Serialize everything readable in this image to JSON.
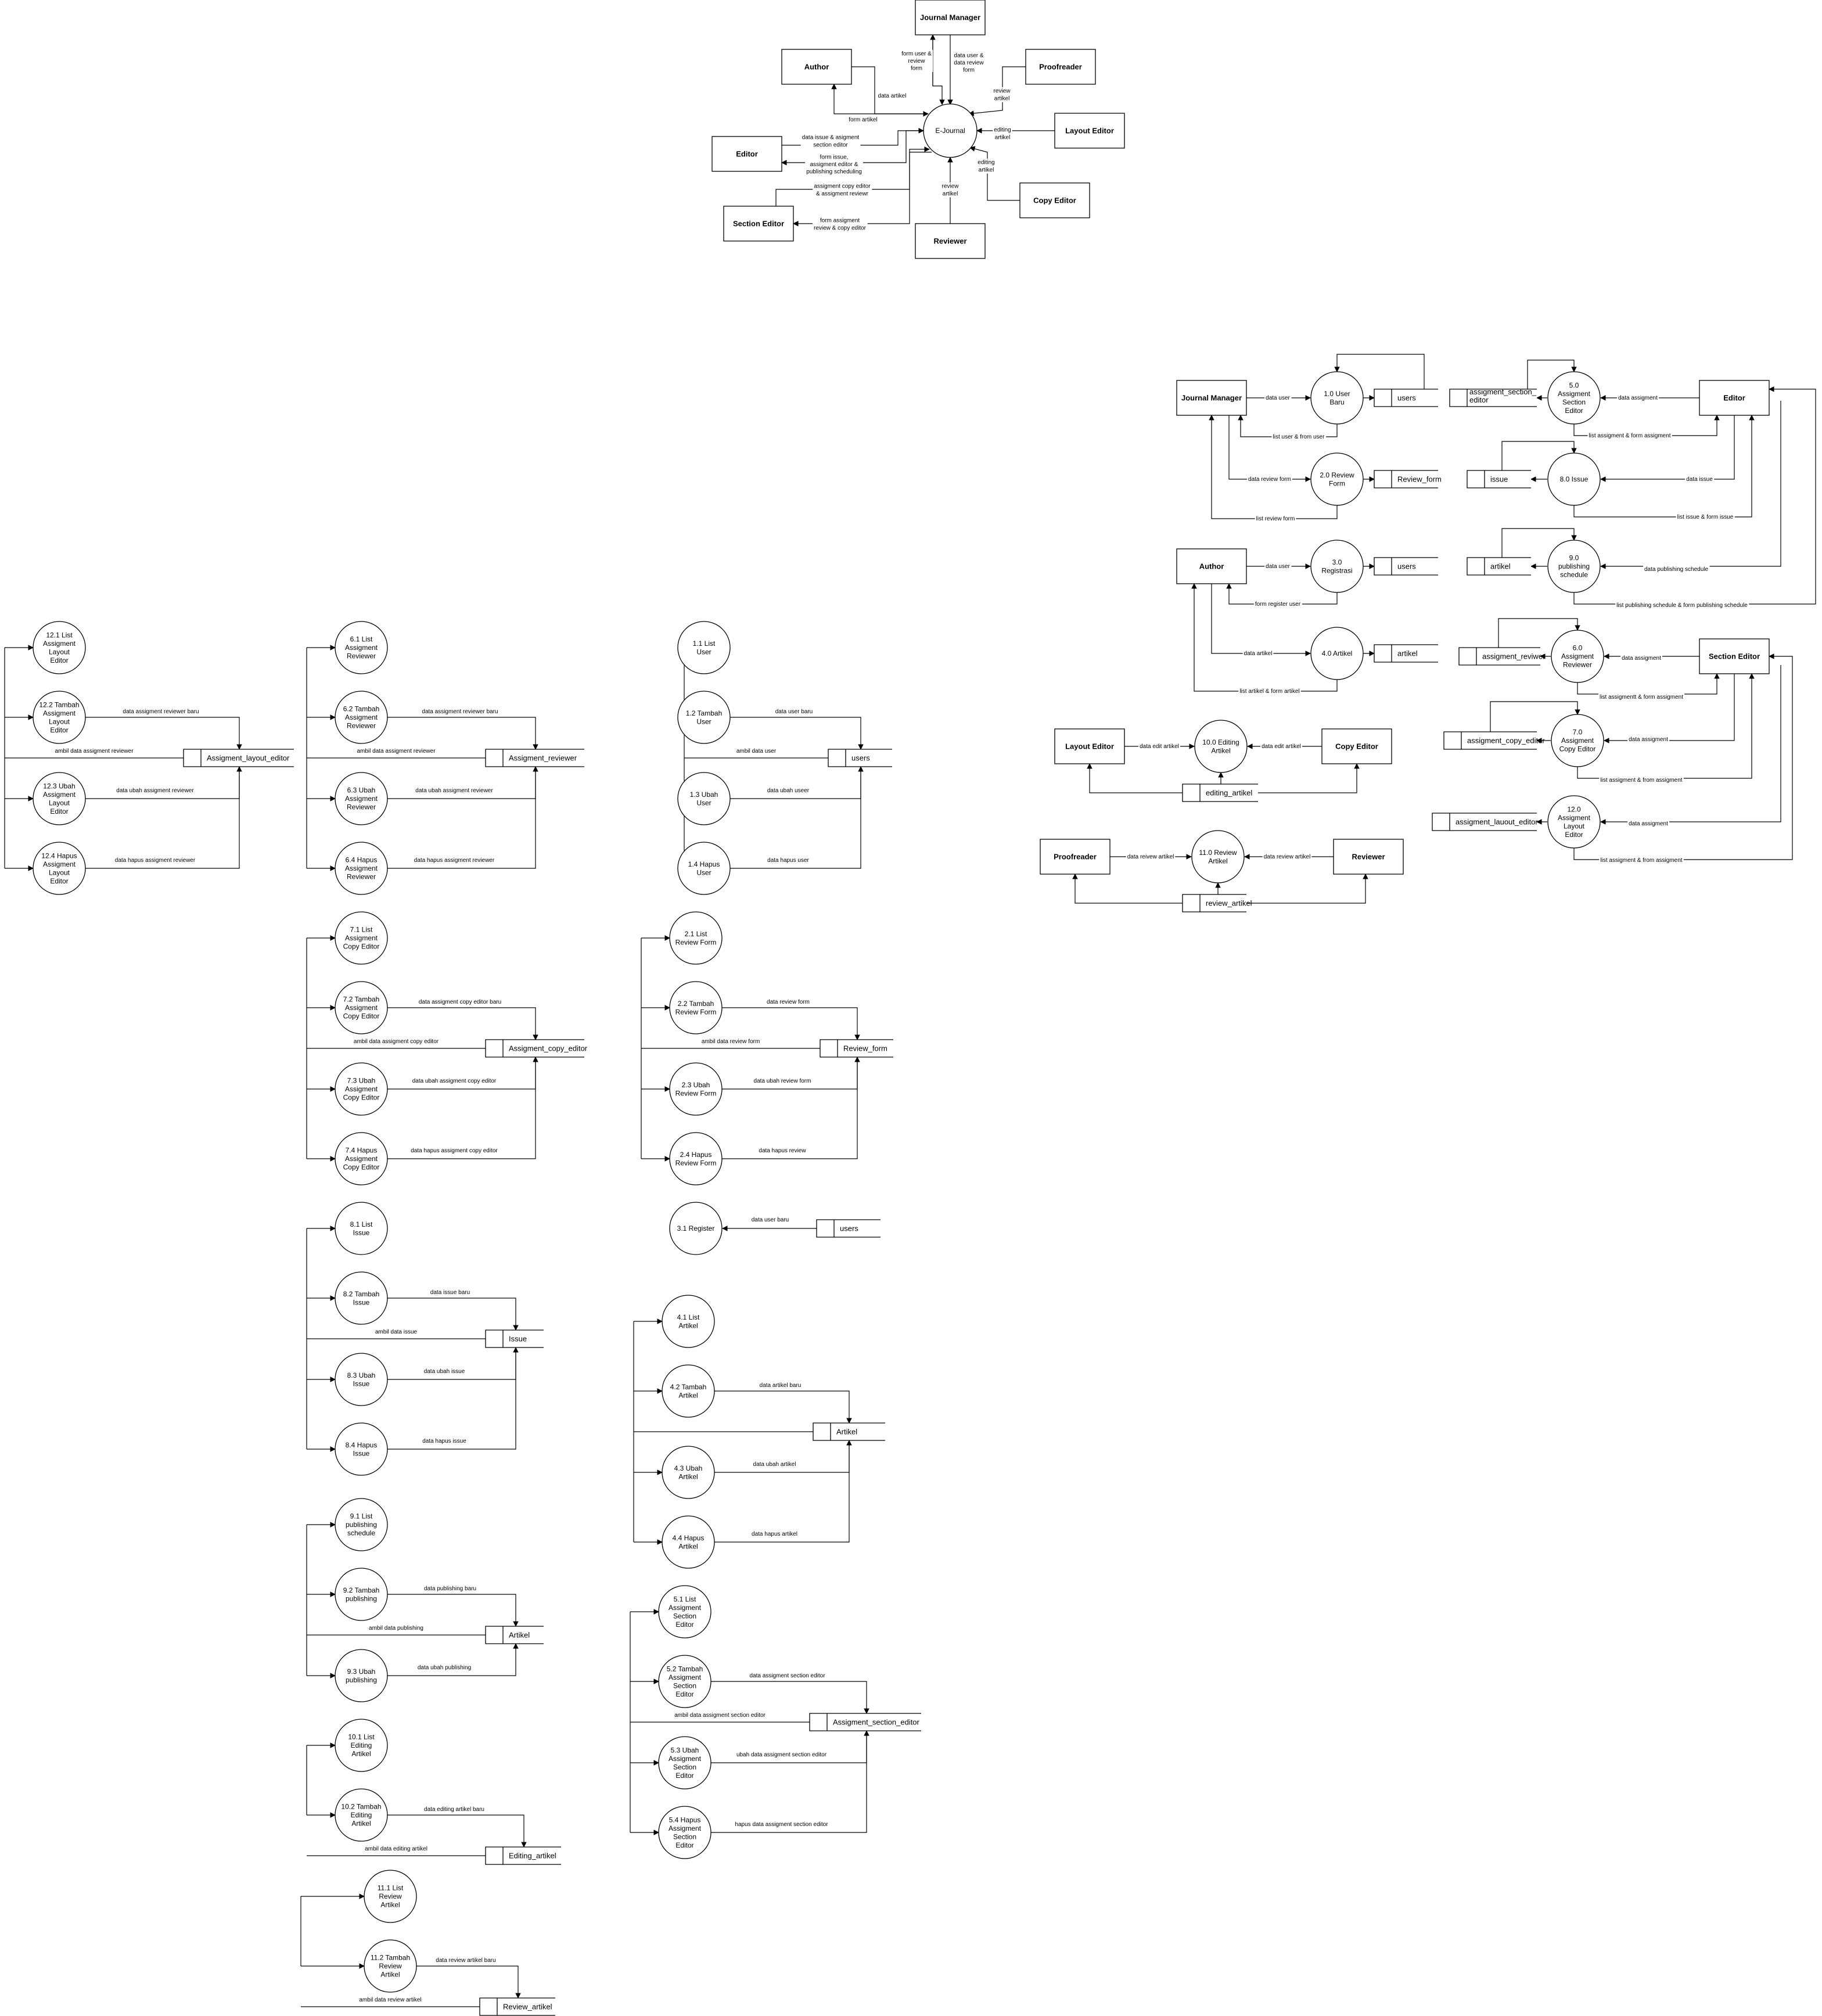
{
  "entities": [
    {
      "id": "ctx-jm",
      "label": "Journal Manager"
    },
    {
      "id": "ctx-author",
      "label": "Author"
    },
    {
      "id": "ctx-proof",
      "label": "Proofreader"
    },
    {
      "id": "ctx-layout",
      "label": "Layout Editor"
    },
    {
      "id": "ctx-editor",
      "label": "Editor"
    },
    {
      "id": "ctx-se",
      "label": "Section Editor"
    },
    {
      "id": "ctx-reviewer",
      "label": "Reviewer"
    },
    {
      "id": "ctx-copy",
      "label": "Copy Editor"
    },
    {
      "id": "l1-jm",
      "label": "Journal Manager"
    },
    {
      "id": "l1-author",
      "label": "Author"
    },
    {
      "id": "l1-editor",
      "label": "Editor"
    },
    {
      "id": "l1-se",
      "label": "Section Editor"
    },
    {
      "id": "l1-layout",
      "label": "Layout Editor"
    },
    {
      "id": "l1-copy",
      "label": "Copy Editor"
    },
    {
      "id": "l1-proof",
      "label": "Proofreader"
    },
    {
      "id": "l1-reviewer",
      "label": "Reviewer"
    }
  ],
  "processes": [
    {
      "id": "ctx-ej",
      "label": "E-Journal"
    },
    {
      "id": "p1",
      "label": "1.0 User Baru"
    },
    {
      "id": "p2",
      "label": "2.0 Review Form"
    },
    {
      "id": "p3",
      "label": "3.0 Registrasi"
    },
    {
      "id": "p4",
      "label": "4.0 Artikel"
    },
    {
      "id": "p5",
      "label": "5.0 Assigment Section Editor"
    },
    {
      "id": "p8",
      "label": "8.0 Issue"
    },
    {
      "id": "p9",
      "label": "9.0 publishing schedule"
    },
    {
      "id": "p6",
      "label": "6.0 Assigment Reviewer"
    },
    {
      "id": "p7",
      "label": "7.0 Assigment Copy Editor"
    },
    {
      "id": "p12",
      "label": "12.0 Assigment Layout Editor"
    },
    {
      "id": "p10",
      "label": "10.0 Editing Artikel"
    },
    {
      "id": "p11",
      "label": "11.0 Review Artikel"
    },
    {
      "id": "d12-1",
      "label": "12.1 List Assigment Layout Editor"
    },
    {
      "id": "d12-2",
      "label": "12.2 Tambah Assigment Layout Editor"
    },
    {
      "id": "d12-3",
      "label": "12.3 Ubah Assigment Layout Editor"
    },
    {
      "id": "d12-4",
      "label": "12.4 Hapus Assigment Layout Editor"
    },
    {
      "id": "d6-1",
      "label": "6.1 List Assigment Reviewer"
    },
    {
      "id": "d6-2",
      "label": "6.2 Tambah Assigment Reviewer"
    },
    {
      "id": "d6-3",
      "label": "6.3 Ubah Assigment Reviewer"
    },
    {
      "id": "d6-4",
      "label": "6.4 Hapus Assigment Reviewer"
    },
    {
      "id": "d1-1",
      "label": "1.1 List User"
    },
    {
      "id": "d1-2",
      "label": "1.2 Tambah User"
    },
    {
      "id": "d1-3",
      "label": "1.3 Ubah User"
    },
    {
      "id": "d1-4",
      "label": "1.4 Hapus User"
    },
    {
      "id": "d7-1",
      "label": "7.1 List Assigment Copy Editor"
    },
    {
      "id": "d7-2",
      "label": "7.2 Tambah Assigment Copy Editor"
    },
    {
      "id": "d7-3",
      "label": "7.3 Ubah Assigment Copy Editor"
    },
    {
      "id": "d7-4",
      "label": "7.4 Hapus Assigment Copy Editor"
    },
    {
      "id": "d2-1",
      "label": "2.1 List Review Form"
    },
    {
      "id": "d2-2",
      "label": "2.2 Tambah Review Form"
    },
    {
      "id": "d2-3",
      "label": "2.3 Ubah Review Form"
    },
    {
      "id": "d2-4",
      "label": "2.4 Hapus Review Form"
    },
    {
      "id": "d3-1",
      "label": "3.1 Register"
    },
    {
      "id": "d8-1",
      "label": "8.1 List Issue"
    },
    {
      "id": "d8-2",
      "label": "8.2 Tambah Issue"
    },
    {
      "id": "d8-3",
      "label": "8.3 Ubah Issue"
    },
    {
      "id": "d8-4",
      "label": "8.4 Hapus Issue"
    },
    {
      "id": "d4-1",
      "label": "4.1 List Artikel"
    },
    {
      "id": "d4-2",
      "label": "4.2 Tambah Artikel"
    },
    {
      "id": "d4-3",
      "label": "4.3 Ubah Artikel"
    },
    {
      "id": "d4-4",
      "label": "4.4 Hapus Artikel"
    },
    {
      "id": "d9-1",
      "label": "9.1 List publishing schedule"
    },
    {
      "id": "d9-2",
      "label": "9.2 Tambah publishing"
    },
    {
      "id": "d9-3",
      "label": "9.3 Ubah publishing"
    },
    {
      "id": "d5-1",
      "label": "5.1 List Assigment Section Editor"
    },
    {
      "id": "d5-2",
      "label": "5.2 Tambah Assigment Section Editor"
    },
    {
      "id": "d5-3",
      "label": "5.3 Ubah Assigment Section Editor"
    },
    {
      "id": "d5-4",
      "label": "5.4 Hapus Assigment Section Editor"
    },
    {
      "id": "d10-1",
      "label": "10.1 List Editing Artikel"
    },
    {
      "id": "d10-2",
      "label": "10.2 Tambah Editing Artikel"
    },
    {
      "id": "d11-1",
      "label": "11.1 List Review Artikel"
    },
    {
      "id": "d11-2",
      "label": "11.2 Tambah Review Artikel"
    }
  ],
  "stores": [
    {
      "id": "s-users",
      "label": "users"
    },
    {
      "id": "s-review-form",
      "label": "Review_form"
    },
    {
      "id": "s-users2",
      "label": "users"
    },
    {
      "id": "s-artikel",
      "label": "artikel"
    },
    {
      "id": "s-ase",
      "label": "assigment_section_ editor"
    },
    {
      "id": "s-issue",
      "label": "issue"
    },
    {
      "id": "s-artikel2",
      "label": "artikel"
    },
    {
      "id": "s-arev",
      "label": "assigment_reviwer"
    },
    {
      "id": "s-acopy",
      "label": "assigment_copy_editor"
    },
    {
      "id": "s-alay",
      "label": "assigment_lauout_editor"
    },
    {
      "id": "s-edit",
      "label": "editing_artikel"
    },
    {
      "id": "s-review",
      "label": "review_artikel"
    },
    {
      "id": "ds12",
      "label": "Assigment_layout_editor"
    },
    {
      "id": "ds6",
      "label": "Assigment_reviewer"
    },
    {
      "id": "ds1",
      "label": "users"
    },
    {
      "id": "ds7",
      "label": "Assigment_copy_editor"
    },
    {
      "id": "ds2",
      "label": "Review_form"
    },
    {
      "id": "ds3",
      "label": "users"
    },
    {
      "id": "ds8",
      "label": "Issue"
    },
    {
      "id": "ds4",
      "label": "Artikel"
    },
    {
      "id": "ds9",
      "label": "Artikel"
    },
    {
      "id": "ds5",
      "label": "Assigment_section_editor"
    },
    {
      "id": "ds10",
      "label": "Editing_artikel"
    },
    {
      "id": "ds11",
      "label": "Review_artikel"
    }
  ],
  "flows": [
    {
      "id": "f-ctx-jm1",
      "lines": [
        "form user &",
        "review",
        "form"
      ]
    },
    {
      "id": "f-ctx-jm2",
      "lines": [
        "data user &",
        "data review",
        "form"
      ]
    },
    {
      "id": "f-ctx-au1",
      "lines": [
        "data artikel"
      ]
    },
    {
      "id": "f-ctx-au2",
      "lines": [
        "form artikel"
      ]
    },
    {
      "id": "f-ctx-pr",
      "lines": [
        "review",
        "artikel"
      ]
    },
    {
      "id": "f-ctx-le",
      "lines": [
        "editing",
        "artikel"
      ]
    },
    {
      "id": "f-ctx-ed1",
      "lines": [
        "data issue & asigment",
        "section editor"
      ]
    },
    {
      "id": "f-ctx-ed2",
      "lines": [
        "form issue,",
        "assigment editor &",
        "publishing scheduling"
      ]
    },
    {
      "id": "f-ctx-ce",
      "lines": [
        "editing",
        "artikel"
      ]
    },
    {
      "id": "f-ctx-se1",
      "lines": [
        "assigment copy editor",
        "& assigment reviewr"
      ]
    },
    {
      "id": "f-ctx-se2",
      "lines": [
        "form assigment",
        "review & copy editor"
      ]
    },
    {
      "id": "f-ctx-rv",
      "lines": [
        "review",
        "artikel"
      ]
    },
    {
      "id": "f1a",
      "label": "data user"
    },
    {
      "id": "f1b",
      "label": "list user & from user"
    },
    {
      "id": "f2a",
      "label": "data review form"
    },
    {
      "id": "f2b",
      "label": "list review form"
    },
    {
      "id": "f3a",
      "label": "data user"
    },
    {
      "id": "f3b",
      "label": "form register user"
    },
    {
      "id": "f4a",
      "label": "data artikel"
    },
    {
      "id": "f4b",
      "label": "list artikel & form artikel"
    },
    {
      "id": "f5a",
      "label": "data assigment"
    },
    {
      "id": "f5b",
      "label": "list assigment & form assigment"
    },
    {
      "id": "f8a",
      "label": "data issue"
    },
    {
      "id": "f8b",
      "label": "list issue & form issue"
    },
    {
      "id": "f9a",
      "label": "data publishing schedule"
    },
    {
      "id": "f9b",
      "label": "list publishing schedule & form publishing schedule"
    },
    {
      "id": "f6a",
      "label": "data assigment"
    },
    {
      "id": "f6b",
      "label": "list assigmentt & form assigment"
    },
    {
      "id": "f7a",
      "label": "data assigment"
    },
    {
      "id": "f7b",
      "label": "list assigment & from assigment"
    },
    {
      "id": "f12a",
      "label": "data assigment"
    },
    {
      "id": "f12b",
      "label": "list assigment & from assigment"
    },
    {
      "id": "f10a",
      "label": "data edit artikel"
    },
    {
      "id": "f10b",
      "label": "data edit artikel"
    },
    {
      "id": "f11a",
      "label": "data reivew artikel"
    },
    {
      "id": "f11b",
      "label": "data review artikel"
    },
    {
      "id": "g12a",
      "label": "data assigment reviewer baru"
    },
    {
      "id": "g12b",
      "label": "ambil data assigment reviewer"
    },
    {
      "id": "g12c",
      "label": "data ubah assigment reviewer"
    },
    {
      "id": "g12d",
      "label": "data hapus assigment reviewer"
    },
    {
      "id": "g6a",
      "label": "data assigment reviewer baru"
    },
    {
      "id": "g6b",
      "label": "ambil data assigment reviewer"
    },
    {
      "id": "g6c",
      "label": "data ubah assigment reviewer"
    },
    {
      "id": "g6d",
      "label": "data hapus assigment reviewer"
    },
    {
      "id": "g1a",
      "label": "data user baru"
    },
    {
      "id": "g1b",
      "label": "ambil data user"
    },
    {
      "id": "g1c",
      "label": "data ubah useer"
    },
    {
      "id": "g1d",
      "label": "data hapus user"
    },
    {
      "id": "g7a",
      "label": "data assigment copy editor baru"
    },
    {
      "id": "g7b",
      "label": "ambil data assigment copy editor"
    },
    {
      "id": "g7c",
      "label": "data ubah assigment copy editor"
    },
    {
      "id": "g7d",
      "label": "data hapus assigment copy editor"
    },
    {
      "id": "g2a",
      "label": "data review form"
    },
    {
      "id": "g2b",
      "label": "ambil data review form"
    },
    {
      "id": "g2c",
      "label": "data ubah review form"
    },
    {
      "id": "g2d",
      "label": "data hapus review"
    },
    {
      "id": "g3a",
      "label": "data user baru"
    },
    {
      "id": "g8a",
      "label": "data issue baru"
    },
    {
      "id": "g8b",
      "label": "ambil data issue"
    },
    {
      "id": "g8c",
      "label": "data ubah issue"
    },
    {
      "id": "g8d",
      "label": "data hapus issue"
    },
    {
      "id": "g4a",
      "label": "data artikel baru"
    },
    {
      "id": "g4c",
      "label": "data ubah artikel"
    },
    {
      "id": "g4d",
      "label": "data hapus artikel"
    },
    {
      "id": "g9a",
      "label": "data publishing baru"
    },
    {
      "id": "g9b",
      "label": "ambil data publishing"
    },
    {
      "id": "g9c",
      "label": "data ubah publishing"
    },
    {
      "id": "g5a",
      "label": "data assigment section editor"
    },
    {
      "id": "g5b",
      "label": "ambil data assigment section editor"
    },
    {
      "id": "g5c",
      "label": "ubah data assigment section editor"
    },
    {
      "id": "g5d",
      "label": "hapus data assigment section editor"
    },
    {
      "id": "g10a",
      "label": "data editing artikel baru"
    },
    {
      "id": "g10b",
      "label": "ambil data editing artikel"
    },
    {
      "id": "g11a",
      "label": "data review artikel baru"
    },
    {
      "id": "g11b",
      "label": "ambil data review artikel"
    }
  ]
}
